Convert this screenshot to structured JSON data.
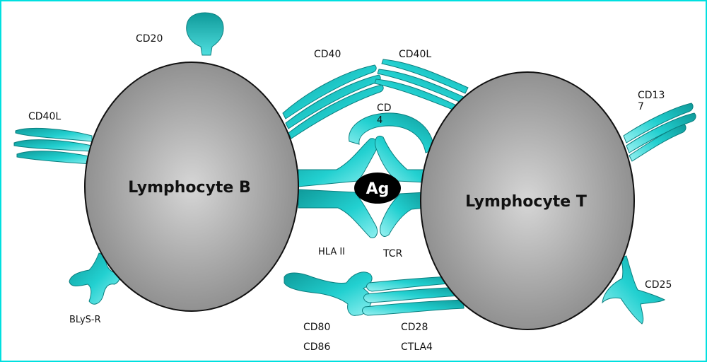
{
  "cells": {
    "b_cell": "Lymphocyte B",
    "t_cell": "Lymphocyte T",
    "antigen": "Ag"
  },
  "labels": {
    "cd20": "CD20",
    "cd40": "CD40",
    "cd40l_top": "CD40L",
    "cd40l_left": "CD40L",
    "cd137_line1": "CD13",
    "cd137_line2": "7",
    "cd4_line1": "CD",
    "cd4_line2": "4",
    "hla2": "HLA II",
    "tcr": "TCR",
    "blys_r": "BLyS-R",
    "cd25": "CD25",
    "cd80": "CD80",
    "cd86": "CD86",
    "cd28": "CD28",
    "ctla4": "CTLA4"
  },
  "colors": {
    "receptor": "#22c8c8",
    "receptor_dark": "#0f9a9a",
    "cell_fill": "#9e9e9e",
    "cell_center": "#d4d4d4",
    "antigen": "#000000",
    "border": "#00e0e0"
  }
}
